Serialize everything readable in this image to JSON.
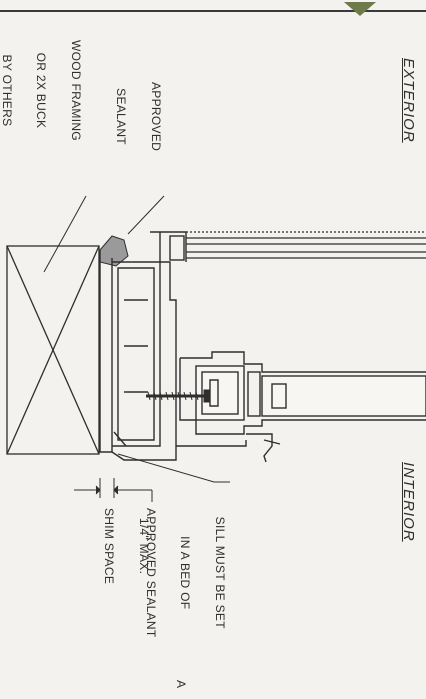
{
  "labels": {
    "exterior": "EXTERIOR",
    "interior": "INTERIOR",
    "wood_framing": [
      "WOOD FRAMING",
      "OR 2X BUCK",
      "BY OTHERS"
    ],
    "approved_sealant": [
      "APPROVED",
      "SEALANT"
    ],
    "sill_note": [
      "SILL MUST BE SET",
      "IN A BED OF",
      "APPROVED SEALANT"
    ],
    "shim_space": [
      "1/4\" MAX.",
      "SHIM SPACE"
    ],
    "corner_fragment": "A"
  },
  "colors": {
    "line": "#2e2e2e",
    "paper": "#f4f2ee",
    "sash_fill": "#f7f6f3",
    "green_marker": "#6d7a4a"
  }
}
